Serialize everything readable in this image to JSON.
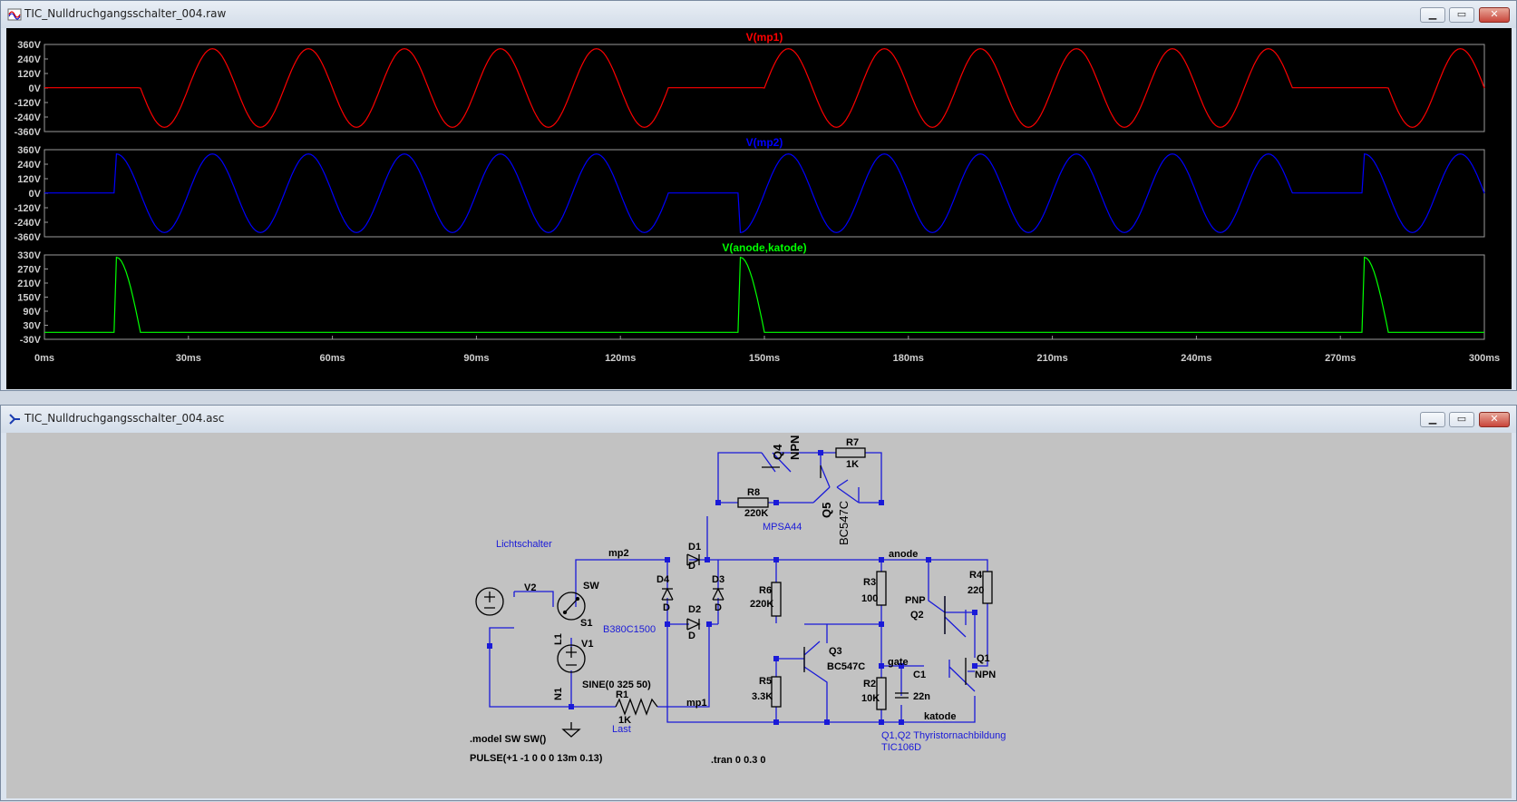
{
  "plot_window": {
    "title": "TIC_Nulldruchgangsschalter_004.raw",
    "min": "▁",
    "max": "▭",
    "close": "✕"
  },
  "schematic_window": {
    "title": "TIC_Nulldruchgangsschalter_004.asc",
    "min": "▁",
    "max": "▭",
    "close": "✕"
  },
  "plots": [
    {
      "name": "V(mp1)",
      "color": "#ff0000",
      "yticks": [
        "360V",
        "240V",
        "120V",
        "0V",
        "-120V",
        "-240V",
        "-360V"
      ],
      "ylim": [
        -360,
        360
      ]
    },
    {
      "name": "V(mp2)",
      "color": "#0000ff",
      "yticks": [
        "360V",
        "240V",
        "120V",
        "0V",
        "-120V",
        "-240V",
        "-360V"
      ],
      "ylim": [
        -360,
        360
      ]
    },
    {
      "name": "V(anode,katode)",
      "color": "#00ff00",
      "yticks": [
        "330V",
        "270V",
        "210V",
        "150V",
        "90V",
        "30V",
        "-30V"
      ],
      "ylim": [
        -30,
        330
      ]
    }
  ],
  "xticks": [
    "0ms",
    "30ms",
    "60ms",
    "90ms",
    "120ms",
    "150ms",
    "180ms",
    "210ms",
    "240ms",
    "270ms",
    "300ms"
  ],
  "chart_data": [
    {
      "type": "line",
      "title": "V(mp1)",
      "series": [
        {
          "name": "V(mp1)",
          "color": "#ff0000"
        }
      ],
      "xlim": [
        0,
        300
      ],
      "ylim": [
        -360,
        360
      ],
      "x_unit": "ms",
      "y_unit": "V",
      "signal": "325V 50Hz sine conducting 19.6–130ms, 150–260ms, 280–300ms; near 0V otherwise"
    },
    {
      "type": "line",
      "title": "V(mp2)",
      "series": [
        {
          "name": "V(mp2)",
          "color": "#0000ff"
        }
      ],
      "xlim": [
        0,
        300
      ],
      "ylim": [
        -360,
        360
      ],
      "x_unit": "ms",
      "y_unit": "V",
      "signal": "325V 50Hz sine for 15–130ms, 145–260ms, 275–300ms; near 0V otherwise"
    },
    {
      "type": "line",
      "title": "V(anode,katode)",
      "series": [
        {
          "name": "V(anode,katode)",
          "color": "#00ff00"
        }
      ],
      "xlim": [
        0,
        300
      ],
      "ylim": [
        -30,
        330
      ],
      "x_unit": "ms",
      "y_unit": "V",
      "signal": "pulses to ~320V at 15ms, 145ms, 275ms decaying to ~0V after ~5ms"
    }
  ],
  "schematic": {
    "labels": {
      "lichtschalter": "Lichtschalter",
      "mp2": "mp2",
      "mp1": "mp1",
      "anode": "anode",
      "gate": "gate",
      "katode": "katode",
      "N1": "N1",
      "L1": "L1",
      "V1": "V1",
      "V2": "V2",
      "SW": "SW",
      "S1": "S1",
      "sine": "SINE(0 325 50)",
      "R1": "R1",
      "R1v": "1K",
      "last": "Last",
      "bridge": "B380C1500",
      "D1": "D1",
      "D2": "D2",
      "D3": "D3",
      "D4": "D4",
      "D": "D",
      "R2": "R2",
      "R2v": "10K",
      "R3": "R3",
      "R3v": "100",
      "R4": "R4",
      "R4v": "220",
      "R5": "R5",
      "R5v": "3.3K",
      "R6": "R6",
      "R6v": "220K",
      "R7": "R7",
      "R7v": "1K",
      "R8": "R8",
      "R8v": "220K",
      "C1": "C1",
      "C1v": "22n",
      "Q1": "Q1",
      "Q1t": "NPN",
      "Q2": "Q2",
      "Q2t": "PNP",
      "Q3": "Q3",
      "Q3t": "BC547C",
      "Q4": "Q4",
      "Q4t": "NPN",
      "Q4m": "MPSA44",
      "Q5": "Q5",
      "Q5t": "BC547C",
      "thy1": "Q1,Q2 Thyristornachbildung",
      "thy2": "TIC106D",
      "model": ".model SW SW()",
      "pulse": "PULSE(+1 -1 0 0 0 13m 0.13)",
      "tran": ".tran 0 0.3 0"
    }
  }
}
